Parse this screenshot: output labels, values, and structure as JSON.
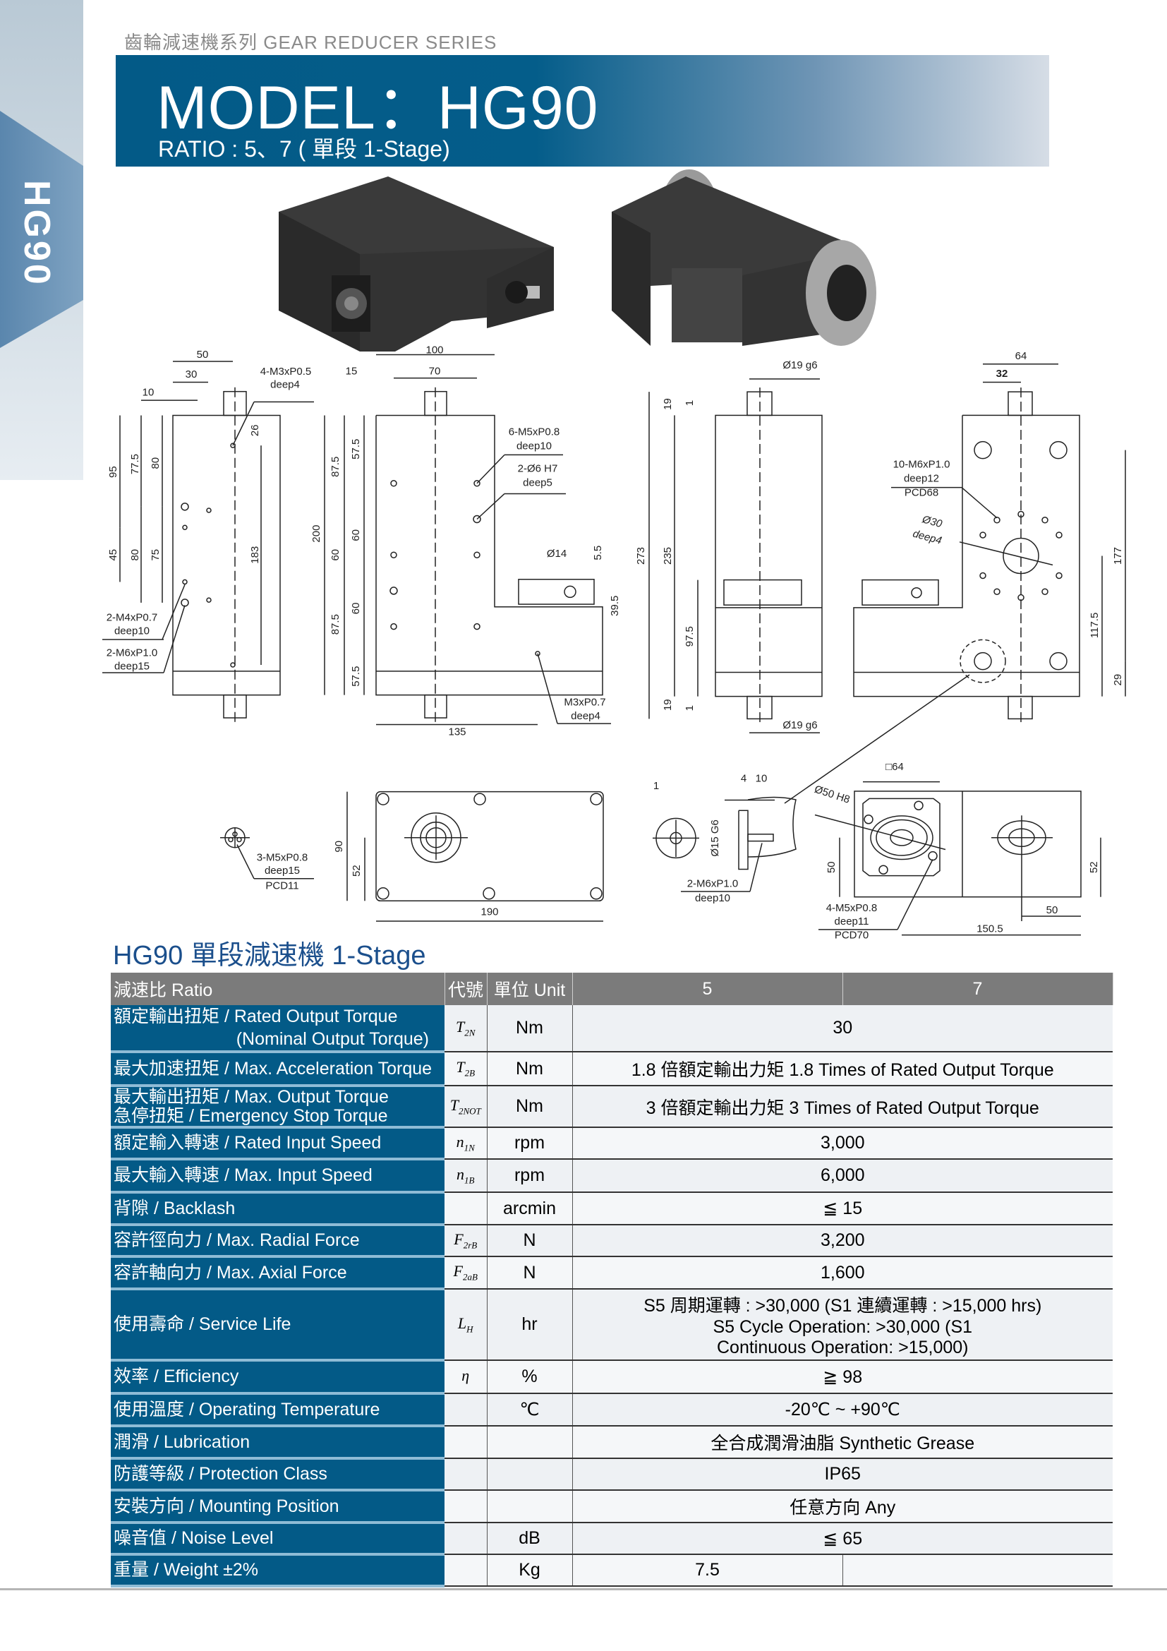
{
  "header": {
    "series": "齒輪減速機系列 GEAR REDUCER SERIES",
    "model": "MODEL：HG90",
    "ratio": "RATIO : 5、7 ( 單段 1-Stage)",
    "side_tab": "HG90"
  },
  "colors": {
    "brand_blue": "#035a87",
    "header_gray": "#7b7b7b",
    "title_blue": "#1b4f8c"
  },
  "drawing": {
    "side": {
      "d50": "50",
      "d30": "30",
      "d10": "10",
      "tap1": "4-M3xP0.5",
      "tap1_deep": "deep4",
      "d26": "26",
      "d95": "95",
      "d77_5": "77.5",
      "d80a": "80",
      "d45": "45",
      "d80b": "80",
      "d75": "75",
      "d183": "183",
      "tap2": "2-M4xP0.7",
      "tap2_deep": "deep10",
      "tap3": "2-M6xP1.0",
      "tap3_deep": "deep15"
    },
    "front": {
      "d100": "100",
      "d15": "15",
      "d70": "70",
      "tap1": "6-M5xP0.8",
      "tap1_deep": "deep10",
      "pin": "2-Ø6 H7",
      "pin_deep": "deep5",
      "d14": "Ø14",
      "d5_5": "5.5",
      "d39_5": "39.5",
      "d200": "200",
      "d87_5a": "87.5",
      "d57_5a": "57.5",
      "d60a": "60",
      "d60b": "60",
      "d60c": "60",
      "d87_5b": "87.5",
      "d57_5b": "57.5",
      "tap2": "M3xP0.7",
      "tap2_deep": "deep4",
      "d135": "135"
    },
    "end": {
      "shaft_top": "Ø19 g6",
      "d19a": "19",
      "d1a": "1",
      "d273": "273",
      "d235": "235",
      "d97_5": "97.5",
      "d19b": "19",
      "d1b": "1",
      "shaft_bottom": "Ø19 g6"
    },
    "rear": {
      "d64": "64",
      "d32": "32",
      "tap": "10-M6xP1.0",
      "tap_deep": "deep12",
      "tap_pcd": "PCD68",
      "bore": "Ø30",
      "bore_deep": "deep4",
      "d177": "177",
      "d117_5": "117.5",
      "d29": "29"
    },
    "bottom": {
      "tap": "3-M5xP0.8",
      "tap_deep": "deep15",
      "tap_pcd": "PCD11",
      "d90": "90",
      "d52": "52",
      "d190": "190"
    },
    "detail": {
      "d1": "1",
      "d4": "4",
      "d10": "10",
      "d15": "Ø15 G6",
      "tap": "2-M6xP1.0",
      "tap_deep": "deep10"
    },
    "input": {
      "sq64": "□64",
      "d50h8": "Ø50 H8",
      "d50": "50",
      "tap": "4-M5xP0.8",
      "tap_deep": "deep11",
      "tap_pcd": "PCD70",
      "d52": "52",
      "d50b": "50",
      "d150_5": "150.5"
    }
  },
  "table": {
    "title": "HG90 單段減速機 1-Stage",
    "header": {
      "ratio": "減速比 Ratio",
      "symbol": "代號",
      "unit": "單位 Unit",
      "r5": "5",
      "r7": "7"
    },
    "rows": [
      {
        "label": "額定輸出扭矩 / Rated Output Torque",
        "label2": "(Nominal Output Torque)",
        "sym": "T",
        "sub": "2N",
        "unit": "Nm",
        "value": "30"
      },
      {
        "label": "最大加速扭矩 / Max. Acceleration Torque",
        "sym": "T",
        "sub": "2B",
        "unit": "Nm",
        "value": "1.8 倍額定輸出力矩  1.8 Times of Rated Output Torque"
      },
      {
        "label": "最大輸出扭矩 / Max. Output Torque",
        "label2": "急停扭矩 / Emergency Stop Torque",
        "sym": "T",
        "sub": "2NOT",
        "unit": "Nm",
        "value": "3 倍額定輸出力矩  3 Times of Rated Output Torque"
      },
      {
        "label": "額定輸入轉速 / Rated Input Speed",
        "sym": "n",
        "sub": "1N",
        "unit": "rpm",
        "value": "3,000"
      },
      {
        "label": "最大輸入轉速 / Max. Input Speed",
        "sym": "n",
        "sub": "1B",
        "unit": "rpm",
        "value": "6,000"
      },
      {
        "label": "背隙 / Backlash",
        "sym": "",
        "sub": "",
        "unit": "arcmin",
        "value": "≦ 15"
      },
      {
        "label": "容許徑向力 / Max. Radial Force",
        "sym": "F",
        "sub": "2rB",
        "unit": "N",
        "value": "3,200"
      },
      {
        "label": "容許軸向力 / Max. Axial Force",
        "sym": "F",
        "sub": "2aB",
        "unit": "N",
        "value": "1,600"
      },
      {
        "label": "使用壽命 / Service Life",
        "sym": "L",
        "sub": "H",
        "unit": "hr",
        "value": "S5 周期運轉 : >30,000 (S1 連續運轉 : >15,000 hrs)",
        "value2": "S5 Cycle Operation: >30,000 (S1",
        "value3": "Continuous Operation: >15,000)"
      },
      {
        "label": "效率 / Efficiency",
        "sym": "η",
        "sub": "",
        "unit": "%",
        "value": "≧ 98"
      },
      {
        "label": "使用溫度 / Operating Temperature",
        "sym": "",
        "sub": "",
        "unit": "℃",
        "value": "-20℃ ~ +90℃"
      },
      {
        "label": "潤滑 / Lubrication",
        "sym": "",
        "sub": "",
        "unit": "",
        "value": "全合成潤滑油脂 Synthetic Grease"
      },
      {
        "label": "防護等級 / Protection Class",
        "sym": "",
        "sub": "",
        "unit": "",
        "value": "IP65"
      },
      {
        "label": "安裝方向 / Mounting Position",
        "sym": "",
        "sub": "",
        "unit": "",
        "value": "任意方向 Any"
      },
      {
        "label": "噪音值 / Noise Level",
        "sym": "",
        "sub": "",
        "unit": "dB",
        "value": "≦ 65"
      },
      {
        "label": "重量 / Weight ±2%",
        "sym": "",
        "sub": "",
        "unit": "Kg",
        "value_r5": "7.5",
        "value_r7": ""
      }
    ]
  }
}
